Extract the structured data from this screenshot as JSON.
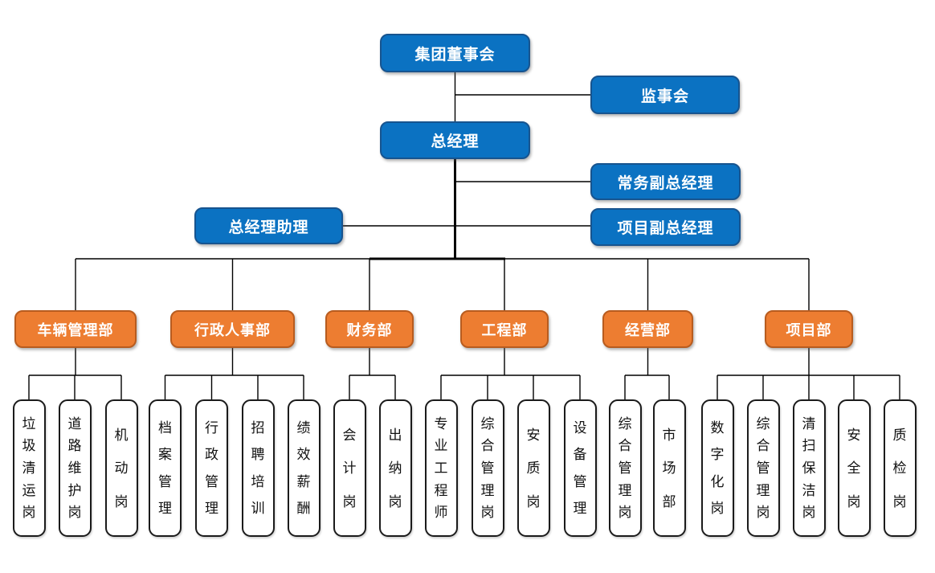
{
  "org": {
    "top": {
      "board": "集团董事会",
      "supervisory": "监事会",
      "gm": "总经理",
      "exec_deputy_gm": "常务副总经理",
      "gm_assistant": "总经理助理",
      "project_deputy_gm": "项目副总经理"
    },
    "departments": [
      {
        "label": "车辆管理部",
        "children": [
          "垃圾清运岗",
          "道路维护岗",
          "机动岗"
        ]
      },
      {
        "label": "行政人事部",
        "children": [
          "档案管理",
          "行政管理",
          "招聘培训",
          "绩效薪酬"
        ]
      },
      {
        "label": "财务部",
        "children": [
          "会计岗",
          "出纳岗"
        ]
      },
      {
        "label": "工程部",
        "children": [
          "专业工程师",
          "综合管理岗",
          "安质岗",
          "设备管理"
        ]
      },
      {
        "label": "经营部",
        "children": [
          "综合管理岗",
          "市场部"
        ]
      },
      {
        "label": "项目部",
        "children": [
          "数字化岗",
          "综合管理岗",
          "清扫保洁岗",
          "安全岗",
          "质检岗"
        ]
      }
    ]
  },
  "colors": {
    "primary_blue": "#0b72c2",
    "blue_border": "#17548f",
    "orange": "#ed7d31",
    "orange_border": "#b85c1f",
    "post_border": "#1b1b1b",
    "line": "#000000"
  }
}
